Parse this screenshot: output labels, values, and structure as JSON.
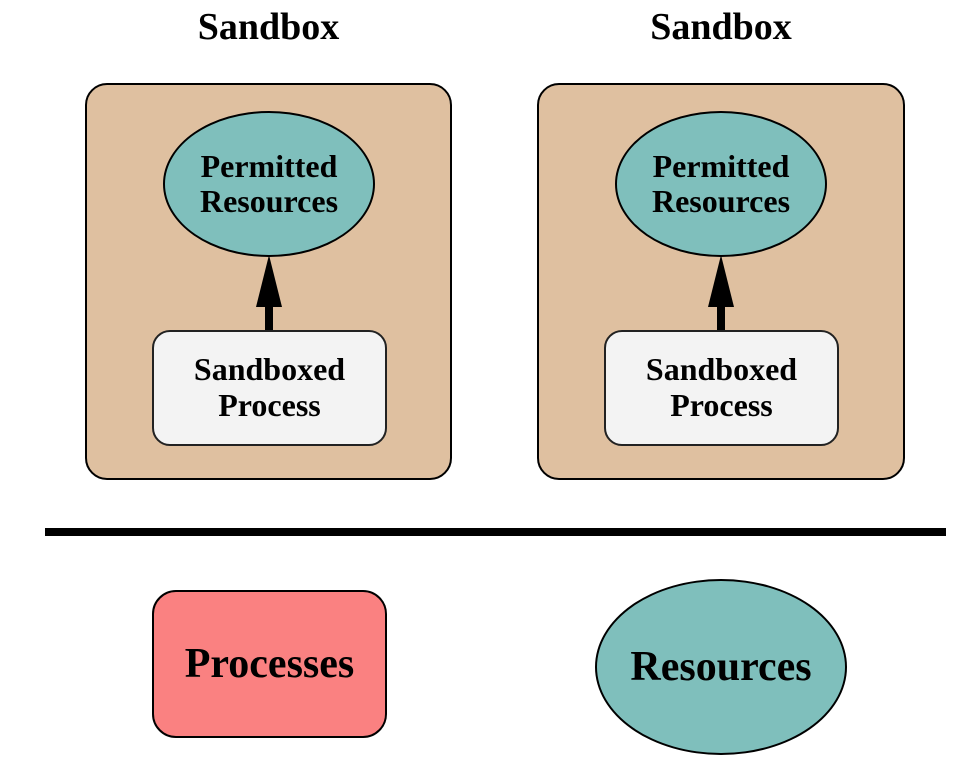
{
  "diagram": {
    "sandboxes": [
      {
        "title": "Sandbox",
        "permitted_label": "Permitted Resources",
        "process_label": "Sandboxed Process"
      },
      {
        "title": "Sandbox",
        "permitted_label": "Permitted Resources",
        "process_label": "Sandboxed Process"
      }
    ],
    "legend": {
      "processes_label": "Processes",
      "resources_label": "Resources"
    },
    "colors": {
      "sandbox": "#DFC0A0",
      "resource": "#7FBFBC",
      "process_box": "#F3F3F3",
      "process": "#FA8181",
      "line": "#000000"
    }
  }
}
